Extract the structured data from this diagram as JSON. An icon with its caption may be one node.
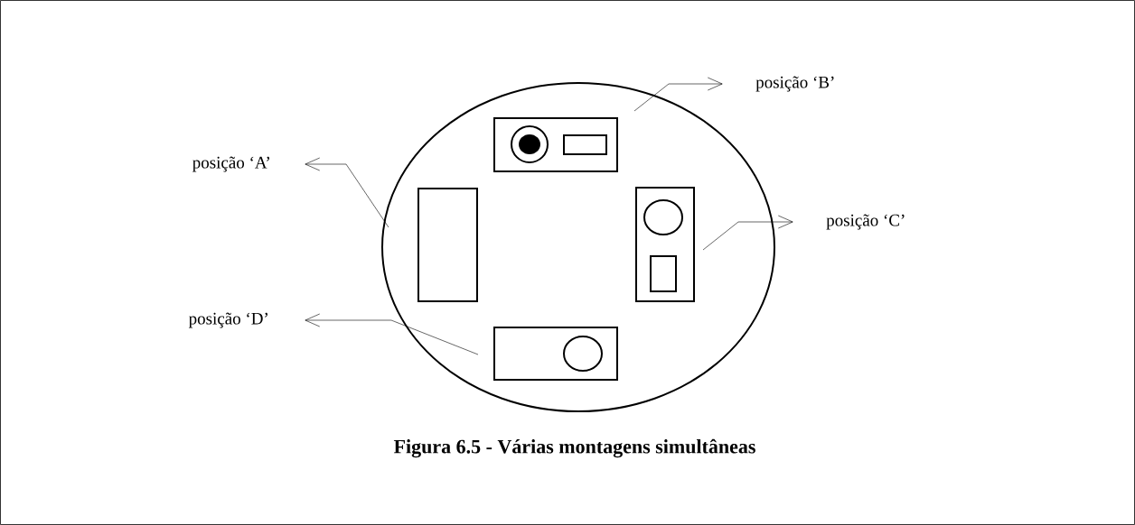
{
  "diagram": {
    "caption": "Figura 6.5 - Várias montagens simultâneas",
    "nodes": [
      {
        "text": [
          "posição ‘A’"
        ]
      },
      {
        "text": [
          "posição ‘B’"
        ]
      },
      {
        "text": [
          "posição ‘C’"
        ]
      },
      {
        "text": [
          "posição ‘D’"
        ]
      }
    ],
    "edges": [
      {
        "from": null,
        "to": 0,
        "arrow": "to"
      },
      {
        "from": null,
        "to": 1,
        "arrow": "to"
      },
      {
        "from": null,
        "to": 2,
        "arrow": "to"
      },
      {
        "from": null,
        "to": 3,
        "arrow": "to"
      }
    ]
  }
}
